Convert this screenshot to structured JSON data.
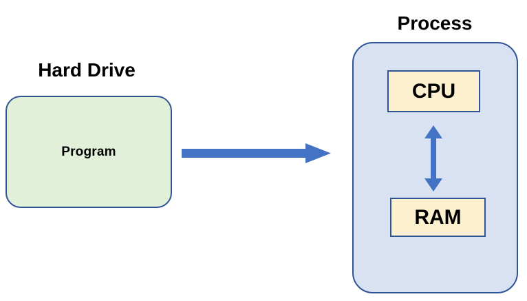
{
  "diagram": {
    "title_hard_drive": "Hard Drive",
    "title_process": "Process",
    "hard_drive": {
      "label": "Program",
      "fill_color": "#E2EFD9",
      "border_color": "#2E5496"
    },
    "process": {
      "fill_color": "#D9E2F3",
      "border_color": "#2E5496",
      "units": [
        {
          "label": "CPU",
          "fill_color": "#FDF0CE",
          "border_color": "#2E5496"
        },
        {
          "label": "RAM",
          "fill_color": "#FDF0CE",
          "border_color": "#2E5496"
        }
      ]
    },
    "arrows": {
      "load_arrow": {
        "name": "hard-drive-to-process",
        "direction": "right",
        "color": "#4472C4"
      },
      "cpu_ram_arrow": {
        "name": "cpu-to-ram",
        "direction": "bidirectional-vertical",
        "color": "#4472C4"
      }
    }
  }
}
